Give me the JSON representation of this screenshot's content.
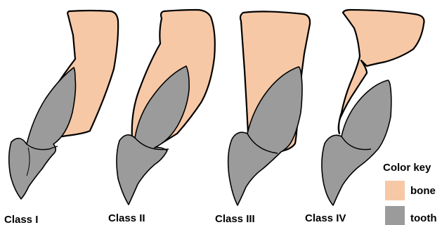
{
  "classes": [
    {
      "label": "Class I"
    },
    {
      "label": "Class II"
    },
    {
      "label": "Class III"
    },
    {
      "label": "Class IV"
    }
  ],
  "legend": {
    "title": "Color key",
    "items": [
      {
        "label": "bone",
        "color": "#f7c8a6"
      },
      {
        "label": "tooth",
        "color": "#9b9b9b"
      }
    ]
  },
  "colors": {
    "bone": "#f7c8a6",
    "tooth": "#9b9b9b",
    "outline": "#000000"
  }
}
